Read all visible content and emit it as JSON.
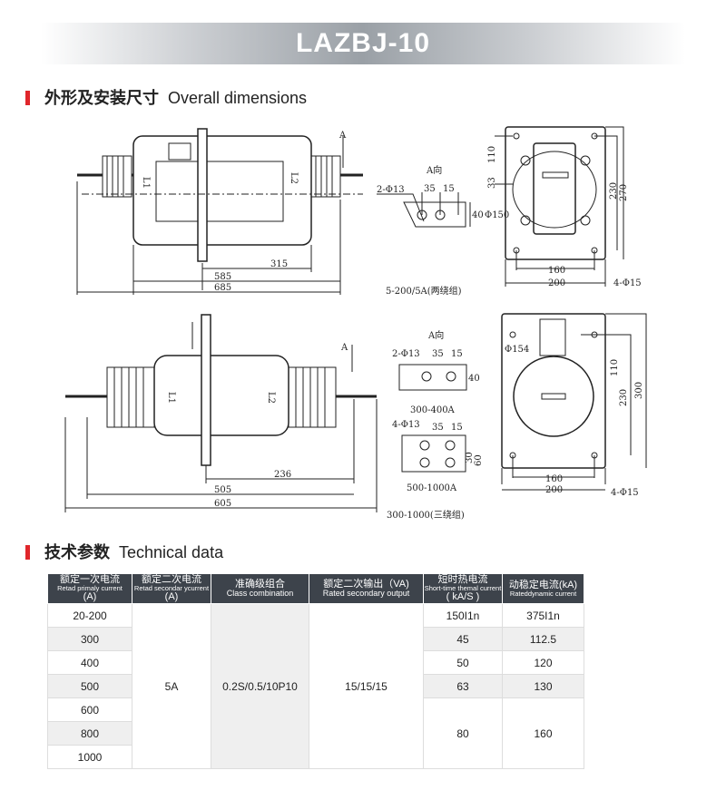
{
  "title": "LAZBJ-10",
  "section1": {
    "cn": "外形及安装尺寸",
    "en": "Overall dimensions"
  },
  "section2": {
    "cn": "技术参数",
    "en": "Technical data"
  },
  "drawing1": {
    "l1": "L1",
    "l2": "L2",
    "a": "A",
    "d315": "315",
    "d585": "585",
    "d685": "685",
    "view": "A向",
    "holes": "2-Φ13",
    "d35": "35",
    "d15": "15",
    "d40": "40",
    "d110": "110",
    "d33": "33",
    "phi": "Φ150",
    "d230": "230",
    "d270": "270",
    "d160": "160",
    "d200": "200",
    "mount": "4-Φ15",
    "caption": "5-200/5A(两绕组)"
  },
  "drawing2": {
    "l1": "L1",
    "l2": "L2",
    "a": "A",
    "d236": "236",
    "d505": "505",
    "d605": "605",
    "view": "A向",
    "holes1": "2-Φ13",
    "d35a": "35",
    "d15a": "15",
    "d40": "40",
    "cap1": "300-400A",
    "holes2": "4-Φ13",
    "d35b": "35",
    "d15b": "15",
    "d30": "30",
    "d60": "60",
    "cap2": "500-1000A",
    "phi": "Φ154",
    "d110": "110",
    "d230": "230",
    "d300": "300",
    "d160": "160",
    "d200": "200",
    "mount": "4-Φ15",
    "caption": "300-1000(三绕组)"
  },
  "table": {
    "headers": [
      {
        "cn": "额定一次电流",
        "en": "Retad primaly current",
        "unit": "(A)"
      },
      {
        "cn": "额定二次电流",
        "en": "Retad secondar ycurrent",
        "unit": "(A)"
      },
      {
        "cn": "准确级组合",
        "en": "Class combination"
      },
      {
        "cn": "额定二次输出（VA)",
        "en": "Rated secondary output"
      },
      {
        "cn": "短时热电流",
        "en": "Short-time themal current",
        "unit": "( kA/S )"
      },
      {
        "cn": "动稳定电流(kA)",
        "en": "Rateddynamic current"
      }
    ],
    "primary": [
      "20-200",
      "300",
      "400",
      "500",
      "600",
      "800",
      "1000"
    ],
    "secondary": "5A",
    "class": "0.2S/0.5/10P10",
    "output": "15/15/15",
    "thermal": [
      "150I1n",
      "45",
      "50",
      "63",
      "80"
    ],
    "dynamic": [
      "375I1n",
      "112.5",
      "120",
      "130",
      "160"
    ]
  }
}
